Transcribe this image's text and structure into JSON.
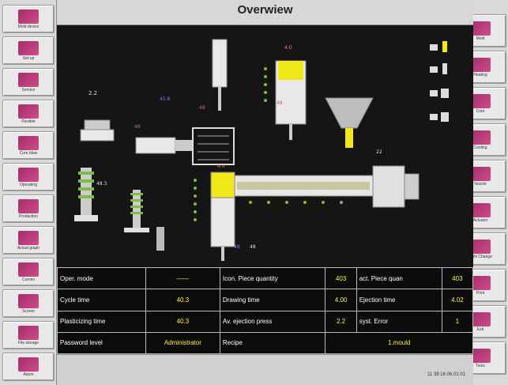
{
  "title": "Overwiew",
  "left_nav": [
    {
      "label": "Mold device",
      "icon": "mold-device-icon"
    },
    {
      "label": "Set-up",
      "icon": "setup-icon"
    },
    {
      "label": "Service",
      "icon": "service-icon"
    },
    {
      "label": "Flexible",
      "icon": "flexible-icon"
    },
    {
      "label": "Core blow",
      "icon": "core-blow-icon"
    },
    {
      "label": "Operating",
      "icon": "operating-icon"
    },
    {
      "label": "Production",
      "icon": "production-icon"
    },
    {
      "label": "Actual graph",
      "icon": "actual-graph-icon"
    },
    {
      "label": "Curves",
      "icon": "curves-icon"
    },
    {
      "label": "Screen",
      "icon": "screen-icon"
    },
    {
      "label": "File storage",
      "icon": "file-storage-icon"
    },
    {
      "label": "Alarm",
      "icon": "alarm-icon"
    }
  ],
  "right_nav": [
    {
      "label": "Mold",
      "icon": "mold-icon"
    },
    {
      "label": "Heating",
      "icon": "heating-icon"
    },
    {
      "label": "Core",
      "icon": "core-icon"
    },
    {
      "label": "Cooling",
      "icon": "cooling-icon"
    },
    {
      "label": "Nozzle",
      "icon": "nozzle-icon"
    },
    {
      "label": "Actuator",
      "icon": "actuator-icon"
    },
    {
      "label": "Light Change",
      "icon": "light-change-icon"
    },
    {
      "label": "Print",
      "icon": "print-icon"
    },
    {
      "label": "Exit",
      "icon": "exit-icon"
    },
    {
      "label": "Tools",
      "icon": "tools-icon"
    }
  ],
  "machine": {
    "labels": [
      "2.2",
      "48",
      "45.8",
      "4.0",
      "48",
      "4.0",
      "48",
      "48.3",
      "22",
      "48",
      "48"
    ]
  },
  "params": [
    [
      {
        "label": "Oper. mode",
        "value": "——"
      },
      {
        "label": "Icon. Piece quantity",
        "value": "403"
      },
      {
        "label": "act. Piece quan",
        "value": "403"
      }
    ],
    [
      {
        "label": "Cycle time",
        "value": "40.3"
      },
      {
        "label": "Drawing time",
        "value": "4.00"
      },
      {
        "label": "Ejection time",
        "value": "4.02"
      }
    ],
    [
      {
        "label": "Plasticizing time",
        "value": "40.3"
      },
      {
        "label": "Av. ejection press",
        "value": "2.2"
      },
      {
        "label": "syst. Error",
        "value": "1"
      }
    ],
    [
      {
        "label": "Password level",
        "value": "Administrator"
      },
      {
        "label": "Recipe",
        "value": "1.mould"
      }
    ]
  ],
  "status_time": "11 39:16   06.02.01",
  "colors": {
    "machine_yellow": "#f0e81a",
    "canvas_bg": "#151515",
    "value_text": "#ffee55"
  }
}
